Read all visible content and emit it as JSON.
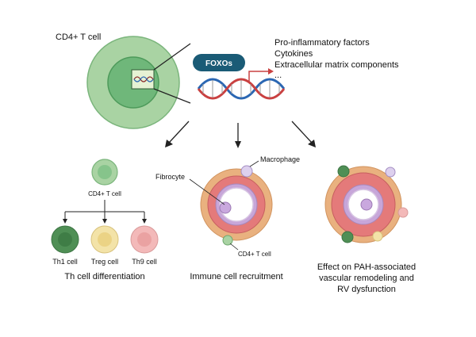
{
  "top": {
    "cell_label": "CD4+ T cell",
    "foxos_label": "FOXOs",
    "factors": [
      "Pro-inflammatory factors",
      "Cytokines",
      "Extracellular matrix components",
      "..."
    ]
  },
  "panels": {
    "left": {
      "top_cell_label": "CD4+ T cell",
      "subsets": [
        "Th1 cell",
        "Treg cell",
        "Th9 cell"
      ],
      "caption": "Th cell differentiation"
    },
    "middle": {
      "fibrocyte_label": "Fibrocyte",
      "macrophage_label": "Macrophage",
      "tcell_label": "CD4+ T cell",
      "caption": "Immune cell recruitment"
    },
    "right": {
      "caption_lines": [
        "Effect on PAH-associated",
        "vascular remodeling and",
        "RV dysfunction"
      ]
    }
  },
  "colors": {
    "cell_outer": "#a9d3a3",
    "cell_nucleus": "#6fb77a",
    "foxos_bg": "#1a5b76",
    "dna_blue": "#2b67b3",
    "dna_red": "#c94141",
    "vessel_outer": "#e9b17f",
    "vessel_muscle": "#e47a7a",
    "vessel_inner": "#c7a6d9",
    "th1": "#4f8f55",
    "treg": "#f3e3a8",
    "th9": "#f3b9b9"
  }
}
